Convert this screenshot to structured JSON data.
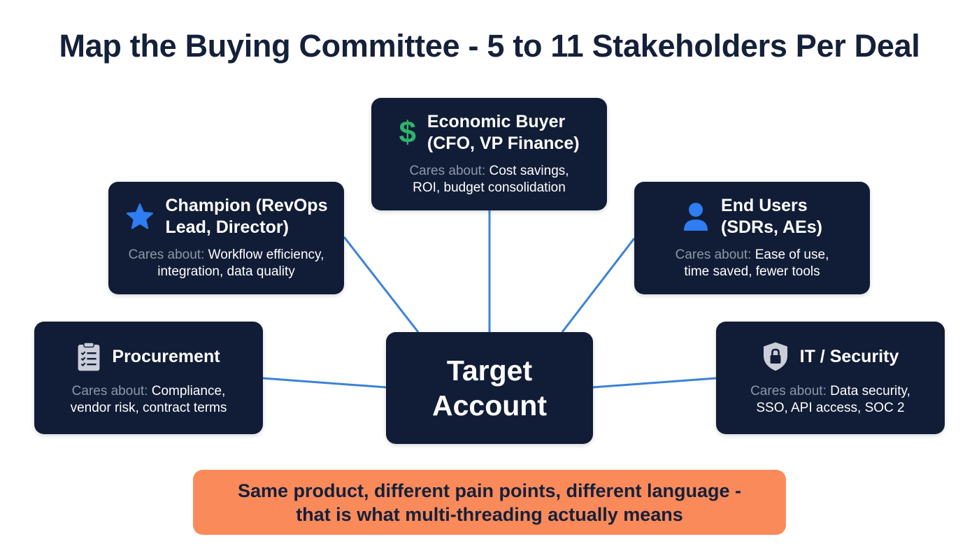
{
  "title": "Map the Buying Committee - 5 to 11 Stakeholders Per Deal",
  "center": {
    "label": "Target\nAccount"
  },
  "cares_lead": "Cares about:",
  "stakeholders": {
    "economic_buyer": {
      "icon": "dollar-icon",
      "icon_glyph": "$",
      "name_line1": "Economic Buyer",
      "name_line2": "(CFO, VP Finance)",
      "cares_line1": "Cost savings,",
      "cares_line2": "ROI, budget consolidation"
    },
    "champion": {
      "icon": "star-icon",
      "name_line1": "Champion (RevOps",
      "name_line2": "Lead, Director)",
      "cares_line1": "Workflow efficiency,",
      "cares_line2": "integration, data quality"
    },
    "end_users": {
      "icon": "user-icon",
      "name_line1": "End Users",
      "name_line2": "(SDRs, AEs)",
      "cares_line1": "Ease of use,",
      "cares_line2": "time saved, fewer tools"
    },
    "procurement": {
      "icon": "clipboard-checklist-icon",
      "name_line1": "Procurement",
      "cares_line1": "Compliance,",
      "cares_line2": "vendor risk, contract terms"
    },
    "it_security": {
      "icon": "shield-lock-icon",
      "name_line1": "IT / Security",
      "cares_line1": "Data security,",
      "cares_line2": "SSO, API access, SOC 2"
    }
  },
  "callout": {
    "line1": "Same product, different pain points, different language -",
    "line2": "that is what multi-threading actually means"
  },
  "colors": {
    "node_bg": "#111d36",
    "connector": "#3b82d6",
    "callout_bg": "#fb8a5a",
    "dollar": "#2fb36b",
    "star": "#2f7df2",
    "user": "#2f7df2",
    "muted_text": "#8d97a9",
    "title_text": "#15203a"
  }
}
